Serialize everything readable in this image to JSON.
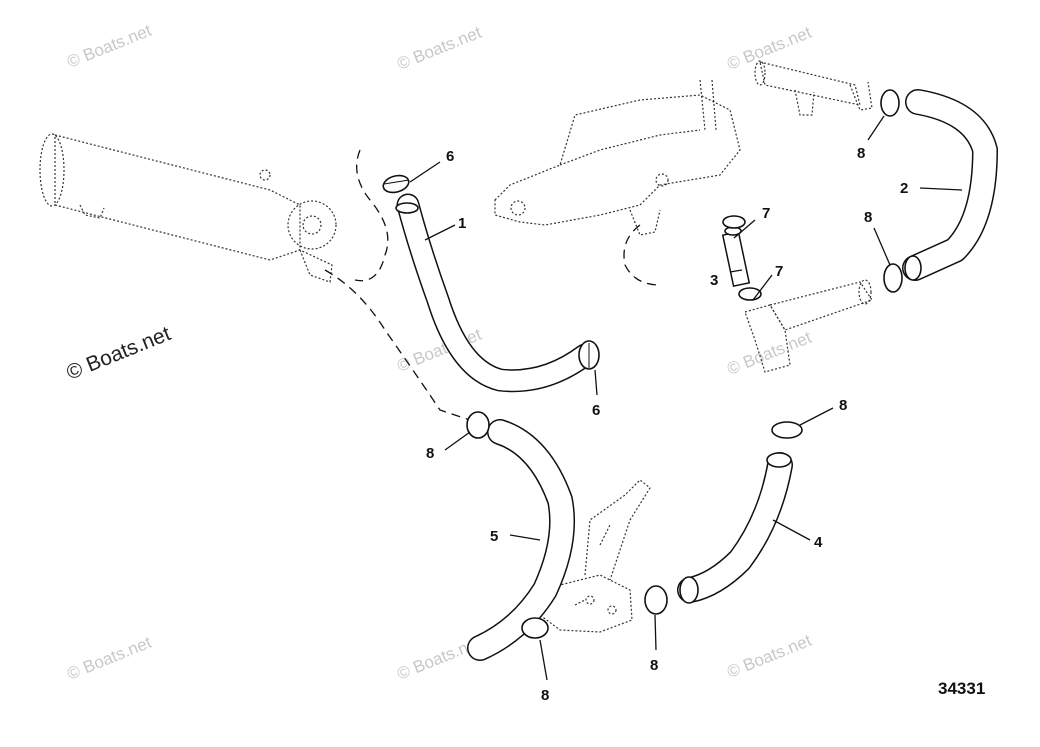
{
  "watermark": {
    "small": "© Boats.net",
    "large": "© Boats.net"
  },
  "figure_number": "34331",
  "callouts": {
    "hose_1": "1",
    "hose_2": "2",
    "hose_3": "3",
    "hose_4": "4",
    "hose_5": "5",
    "clamp_6_top": "6",
    "clamp_6_mid": "6",
    "clamp_7_top": "7",
    "clamp_7_bottom": "7",
    "clamp_8_topright": "8",
    "clamp_8_right": "8",
    "clamp_8_left": "8",
    "clamp_8_lowright": "8",
    "clamp_8_bottomcenter": "8",
    "clamp_8_bottomleft": "8"
  }
}
